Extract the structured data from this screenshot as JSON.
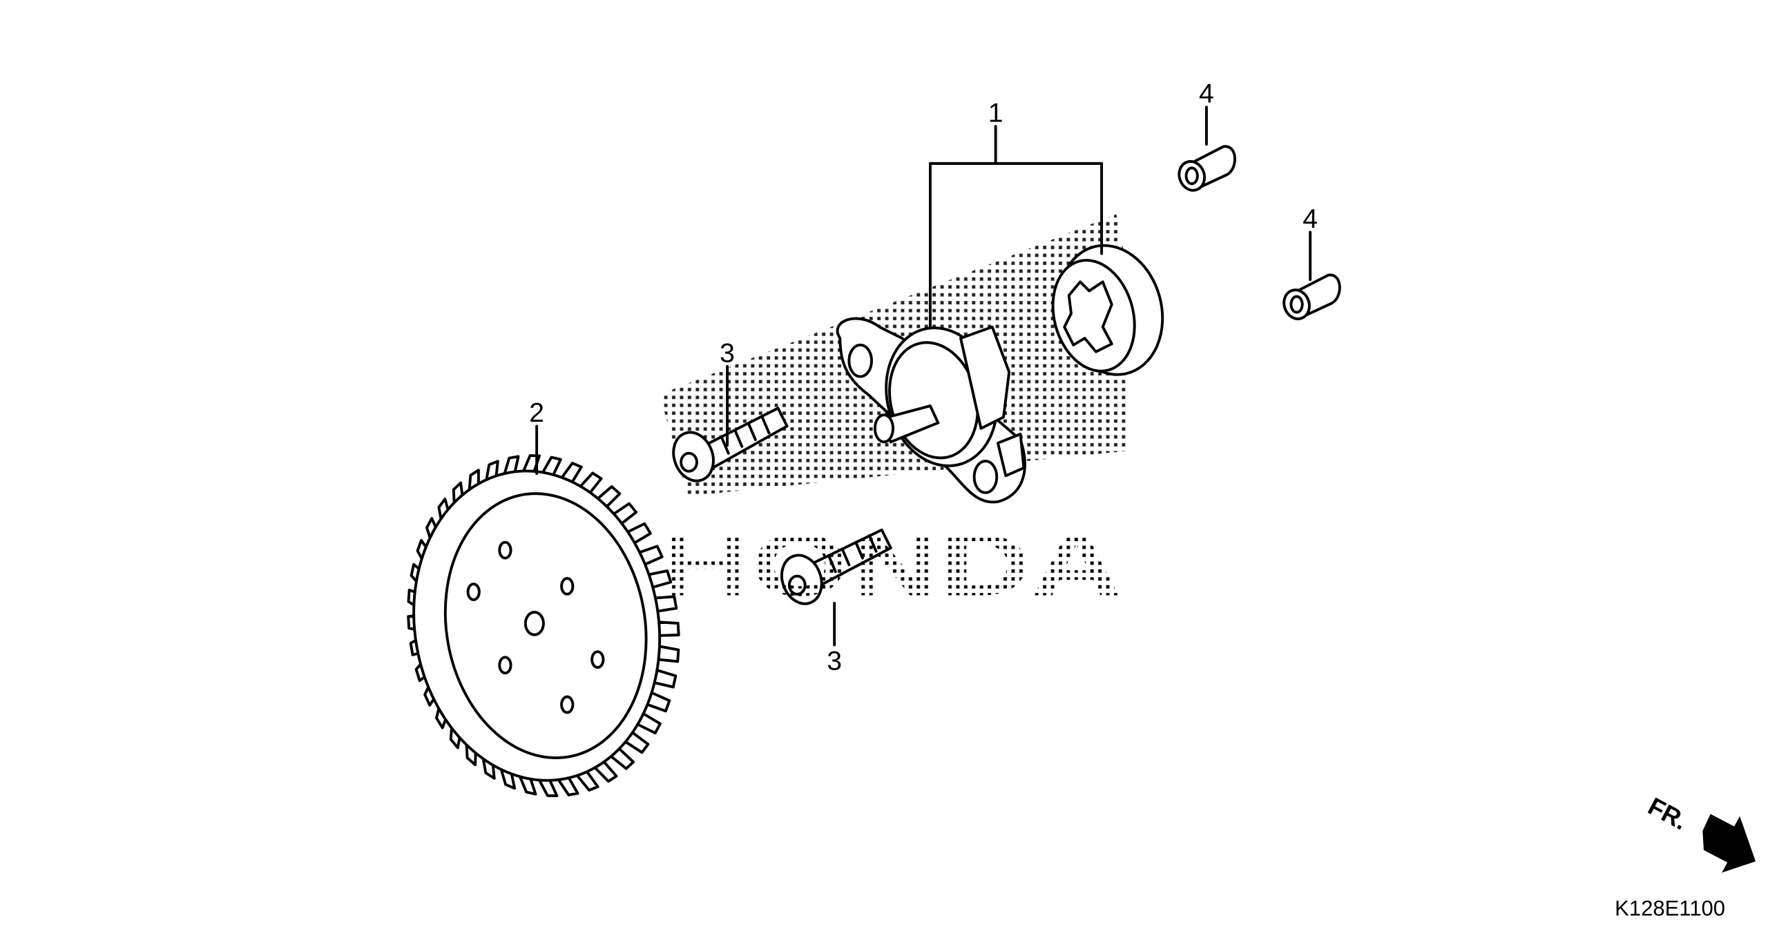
{
  "diagram": {
    "callouts": [
      {
        "label": "1",
        "part": "oil-pump-assembly"
      },
      {
        "label": "2",
        "part": "oil-pump-driven-gear"
      },
      {
        "label": "3",
        "part": "flange-bolt-upper"
      },
      {
        "label": "3",
        "part": "flange-bolt-lower"
      },
      {
        "label": "4",
        "part": "dowel-pin-upper"
      },
      {
        "label": "4",
        "part": "dowel-pin-lower"
      }
    ],
    "watermark": "HONDA",
    "direction_indicator": "FR.",
    "diagram_code": "K128E1100"
  }
}
